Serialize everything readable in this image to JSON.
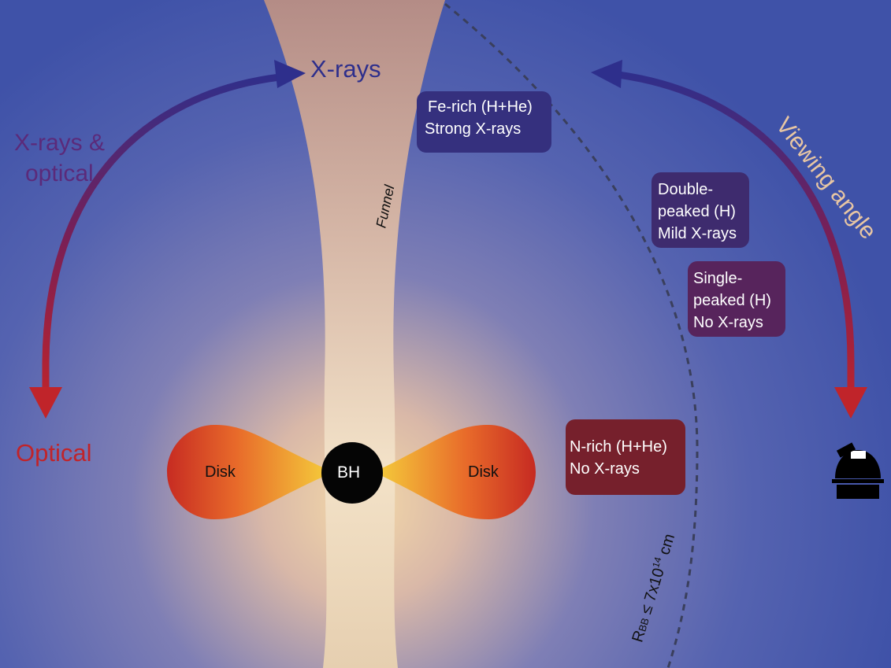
{
  "labels": {
    "xrays_top": "X-rays",
    "xrays_optical_line1": "X-rays &",
    "xrays_optical_line2": "optical",
    "optical": "Optical",
    "viewing_angle": "Viewing angle",
    "funnel": "Funnel",
    "disk_left": "Disk",
    "disk_right": "Disk",
    "bh": "BH",
    "radius_main": "R",
    "radius_sub": "BB",
    "radius_rest": " ≤ 7x10",
    "radius_exp": "14",
    "radius_unit": " cm"
  },
  "boxes": {
    "fe_rich": {
      "line1": "Fe-rich (H+He)",
      "line2": "Strong X-rays"
    },
    "double_peaked": {
      "line1": "Double-",
      "line2": "peaked (H)",
      "line3": "Mild X-rays"
    },
    "single_peaked": {
      "line1": "Single-",
      "line2": "peaked (H)",
      "line3": "No X-rays"
    },
    "n_rich": {
      "line1": "N-rich (H+He)",
      "line2": "No X-rays"
    }
  },
  "icons": {
    "observer": "telescope-dome-icon"
  },
  "colors": {
    "background_outer": "#3f52a8",
    "background_glow": "#f4d9a8",
    "funnel": "#e9cfb2",
    "arrow_blue": "#2e2f8c",
    "arrow_red": "#c0242a",
    "label_purple": "#5b2a7a",
    "label_optical": "#c0242a",
    "label_viewing": "#e8c6a3",
    "box_fe": "#35307e",
    "box_double": "#3e2b6e",
    "box_single": "#57245c",
    "box_nrich": "#76202c",
    "disk_edge": "#c62a22",
    "disk_center": "#f4c63a"
  }
}
